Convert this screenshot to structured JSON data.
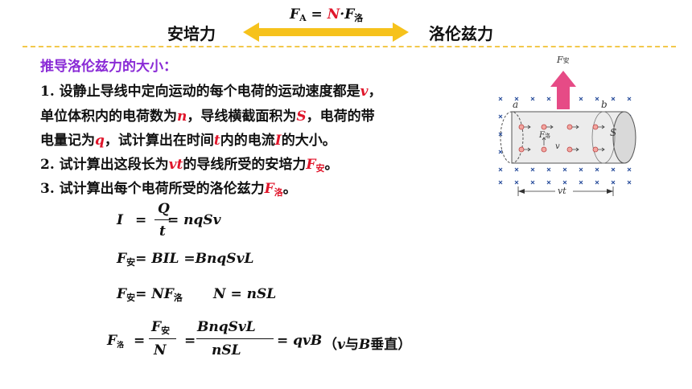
{
  "header": {
    "left_label": "安培力",
    "right_label": "洛伦兹力",
    "relation": {
      "F": "F",
      "A": "A",
      "eq": " = ",
      "N": "N",
      "dot": "·",
      "F2": "F",
      "luo": "洛"
    }
  },
  "subtitle": "推导洛伦兹力的大小：",
  "lines": {
    "l1": {
      "a": "1. 设静止导线中定向运动的每个电荷的运动速度都是",
      "v": "v",
      "b": "，"
    },
    "l2": {
      "a": "单位体积内的电荷数为",
      "n": "n",
      "b": "，导线横截面积为",
      "S": "S",
      "c": "，电荷的带"
    },
    "l3": {
      "a": "电量记为",
      "q": "q",
      "b": "，试计算出在时间",
      "t": "t",
      "c": "内的电流",
      "I": "I",
      "d": "的大小。"
    },
    "l4": {
      "a": "2. 试计算出这段长为",
      "vt": "vt",
      "b": "的导线所受的安培力",
      "F": "F",
      "an": "安",
      "c": "。"
    },
    "l5": {
      "a": "3. 试计算出每个电荷所受的洛伦兹力",
      "F": "F",
      "luo": "洛",
      "c": "。"
    }
  },
  "eq1": {
    "lhs": "I",
    "eq": "=",
    "num": "Q",
    "den": "t",
    "rhs": "= nqSv"
  },
  "eq2": {
    "F": "F",
    "an": "安",
    "rhs": "= BIL =BnqSvL"
  },
  "eq3": {
    "F": "F",
    "an": "安",
    "rhs": "= NF",
    "luo": "洛",
    "cond": "N = nSL"
  },
  "eq4": {
    "F": "F",
    "luo": "洛",
    "eq": "=",
    "num1": "F",
    "num1_sub": "安",
    "den1": "N",
    "eq2": "=",
    "num2": "BnqSvL",
    "den2": "nSL",
    "result": "= qvB",
    "note_a": "（",
    "note_v": "v",
    "note_b": "与",
    "note_B": "B",
    "note_c": "垂直）"
  },
  "figure": {
    "force_label": "F",
    "force_sub": "安",
    "label_a": "a",
    "label_b": "b",
    "label_S": "S",
    "inner_F": "F",
    "inner_sub": "洛",
    "inner_v": "v",
    "length_label": "vt"
  },
  "colors": {
    "accent_red": "#e0162b",
    "subtitle_purple": "#8a2bd6",
    "arrow_yellow": "#f6c21c",
    "divider_yellow": "#f2c84b",
    "force_pink": "#e64b86",
    "cross_blue": "#2b4f9c"
  }
}
